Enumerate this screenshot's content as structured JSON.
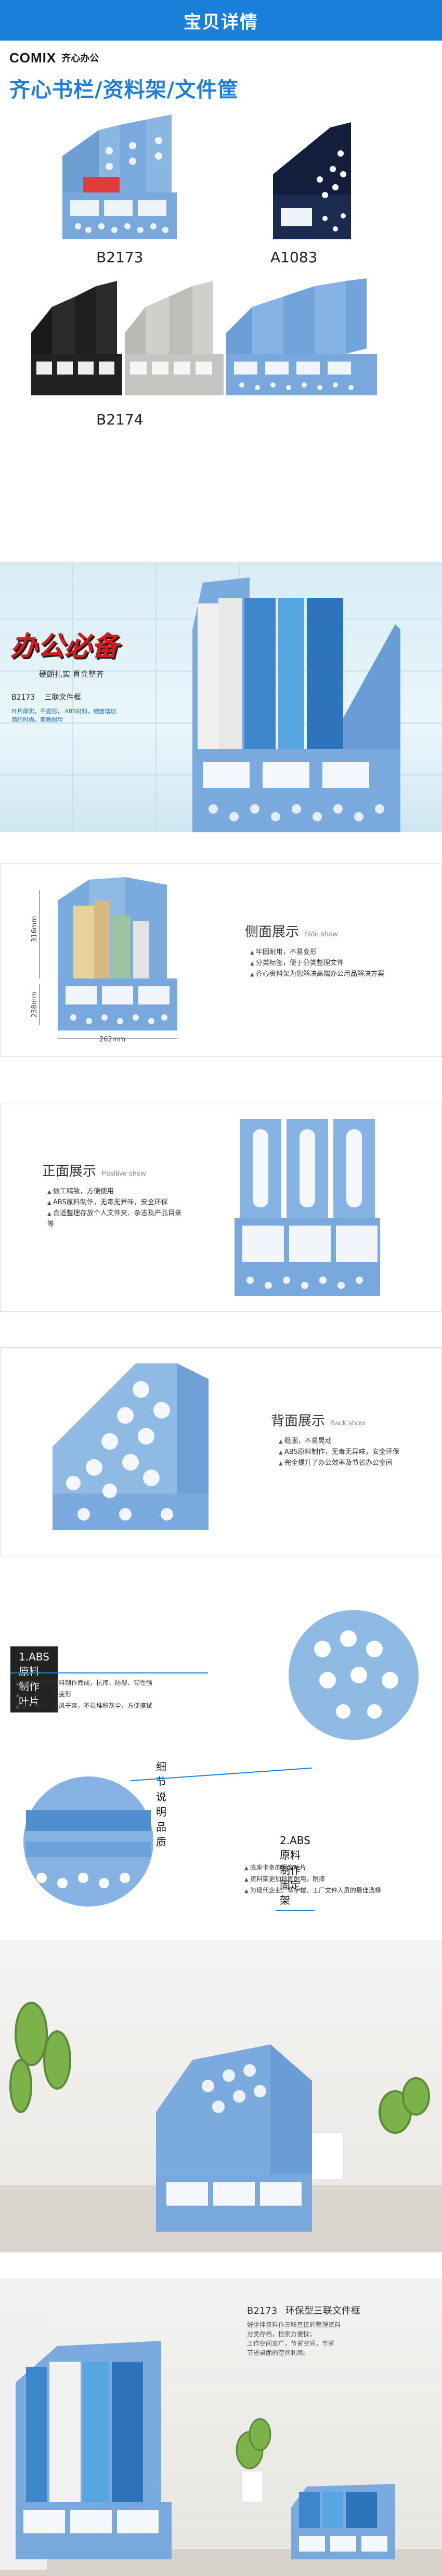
{
  "header": {
    "title": "宝贝详情"
  },
  "brand": {
    "logo": "COMIX",
    "name": "齐心办公"
  },
  "hero": {
    "title": "齐心书栏/资料架/文件筐"
  },
  "products": {
    "b2173": "B2173",
    "a1083": "A1083",
    "b2174": "B2174"
  },
  "banner": {
    "slogan": "办公必备",
    "tagline": "硬朗扎实  直立整齐",
    "model": "B2173",
    "model_desc": "三联文件框",
    "features": [
      "叶片厚实，不变形",
      "ABS材料，韧度增加",
      "简约时尚，美观耐用"
    ]
  },
  "side": {
    "title": "侧面展示",
    "title_en": "Side show",
    "height": "316mm",
    "depth": "238mm",
    "width": "262mm",
    "bullets": [
      "牢固耐用，不易变形",
      "分类标签，便于分类整理文件",
      "齐心资料架为您解决高端办公用品解决方案"
    ]
  },
  "front": {
    "title": "正面展示",
    "title_en": "Positive show",
    "bullets": [
      "做工精致，方便使用",
      "ABS原料制作，无毒无异味，安全环保",
      "合适整理存放个人文件夹、杂志及产品目录等"
    ]
  },
  "back": {
    "title": "背面展示",
    "title_en": "Back show",
    "bullets": [
      "稳固，不易晃动",
      "ABS原料制作，无毒无异味，安全环保",
      "完全提升了办公效率及节省办公空间"
    ]
  },
  "detail": {
    "part1_label": "1.ABS原料制作叶片",
    "part1_bullets": [
      "采用优质的材料制作而成，抗摔、防裂、韧性强",
      "叶片厚实，不变形",
      "镂空设计，通风干爽，不易堆积灰尘，方便擦拭"
    ],
    "center_label": "细节说明品质",
    "part2_label": "2.ABS原料制作固定架",
    "part2_bullets": [
      "底座卡条的固定叶片",
      "资料架更加稳固耐用，耐摔",
      "为现代企业、写字楼、工厂文件人员的最佳选择"
    ]
  },
  "bottom": {
    "model": "B2173",
    "model_title": "环保型三联文件框",
    "desc": [
      "好坐伴资料作三联直接的整理资料",
      "分类存档，检索方便快；",
      "工作空间宽广，节省空间，节省",
      "节省桌面的空间利用。"
    ]
  }
}
